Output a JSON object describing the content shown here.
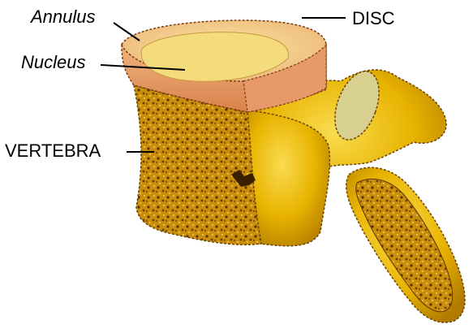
{
  "labels": {
    "annulus": "Annulus",
    "nucleus": "Nucleus",
    "disc": "DISC",
    "vertebra": "VERTEBRA"
  },
  "colors": {
    "bone": "#e8b300",
    "bone_light": "#f7d740",
    "bone_dark": "#a86a00",
    "cancellous": "#b8860b",
    "cancellous_dark": "#5a3200",
    "disc_top": "#f3d28a",
    "disc_ring": "#e29a62",
    "nucleus": "#f4dc7c"
  }
}
